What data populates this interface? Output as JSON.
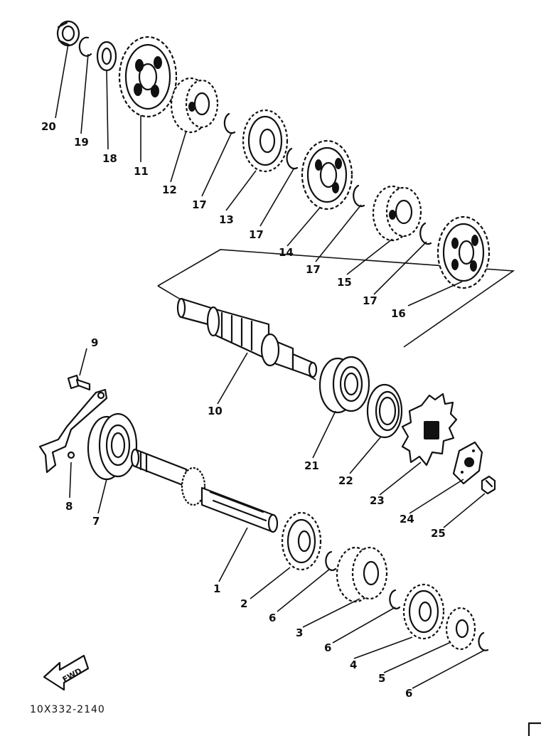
{
  "callouts": [
    {
      "id": "c20",
      "label": "20"
    },
    {
      "id": "c19",
      "label": "19"
    },
    {
      "id": "c18",
      "label": "18"
    },
    {
      "id": "c11",
      "label": "11"
    },
    {
      "id": "c12",
      "label": "12"
    },
    {
      "id": "c17a",
      "label": "17"
    },
    {
      "id": "c13",
      "label": "13"
    },
    {
      "id": "c17b",
      "label": "17"
    },
    {
      "id": "c14",
      "label": "14"
    },
    {
      "id": "c17c",
      "label": "17"
    },
    {
      "id": "c15",
      "label": "15"
    },
    {
      "id": "c17d",
      "label": "17"
    },
    {
      "id": "c16",
      "label": "16"
    },
    {
      "id": "c9",
      "label": "9"
    },
    {
      "id": "c10",
      "label": "10"
    },
    {
      "id": "c21",
      "label": "21"
    },
    {
      "id": "c22",
      "label": "22"
    },
    {
      "id": "c23",
      "label": "23"
    },
    {
      "id": "c24",
      "label": "24"
    },
    {
      "id": "c25",
      "label": "25"
    },
    {
      "id": "c8",
      "label": "8"
    },
    {
      "id": "c7",
      "label": "7"
    },
    {
      "id": "c1",
      "label": "1"
    },
    {
      "id": "c2",
      "label": "2"
    },
    {
      "id": "c6a",
      "label": "6"
    },
    {
      "id": "c3",
      "label": "3"
    },
    {
      "id": "c6b",
      "label": "6"
    },
    {
      "id": "c4",
      "label": "4"
    },
    {
      "id": "c5",
      "label": "5"
    },
    {
      "id": "c6c",
      "label": "6"
    }
  ],
  "fwd_label": "FWD",
  "part_code": "10X332-2140",
  "colors": {
    "ink": "#111111",
    "paper": "#ffffff"
  }
}
